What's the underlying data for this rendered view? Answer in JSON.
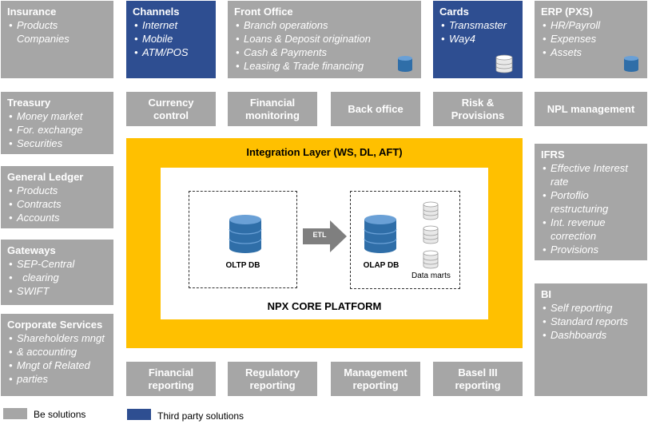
{
  "panels": {
    "insurance": {
      "title": "Insurance",
      "items": [
        "Products",
        "Companies"
      ]
    },
    "channels": {
      "title": "Channels",
      "items": [
        "Internet",
        "Mobile",
        "ATM/POS"
      ]
    },
    "front_office": {
      "title": "Front Office",
      "items": [
        "Branch operations",
        "Loans & Deposit origination",
        "Cash & Payments",
        "Leasing & Trade financing"
      ]
    },
    "cards": {
      "title": "Cards",
      "items": [
        "Transmaster",
        "Way4"
      ]
    },
    "erp": {
      "title": "ERP (PXS)",
      "items": [
        "HR/Payroll",
        "Expenses",
        "Assets"
      ]
    },
    "treasury": {
      "title": "Treasury",
      "items": [
        "Money market",
        "For. exchange",
        "Securities"
      ]
    },
    "general_ledger": {
      "title": "General Ledger",
      "items": [
        "Products",
        "Contracts",
        "Accounts"
      ]
    },
    "gateways": {
      "title": "Gateways",
      "items": [
        "SEP-Central",
        "  clearing",
        "SWIFT"
      ]
    },
    "corporate_services": {
      "title": "Corporate Services",
      "items": [
        "Shareholders mngt",
        "& accounting",
        "Mngt of Related",
        "parties"
      ]
    },
    "ifrs": {
      "title": "IFRS",
      "items": [
        "Effective Interest",
        "rate",
        "Portoflio",
        "restructuring",
        "Int. revenue",
        "correction",
        "Provisions"
      ]
    },
    "bi": {
      "title": "BI",
      "items": [
        "Self reporting",
        "Standard reports",
        "Dashboards"
      ]
    }
  },
  "modules": {
    "currency_control": "Currency\ncontrol",
    "financial_monitoring": "Financial\nmonitoring",
    "back_office": "Back office",
    "risk_provisions": "Risk &\nProvisions",
    "npl_management": "NPL management",
    "financial_reporting": "Financial\nreporting",
    "regulatory_reporting": "Regulatory\nreporting",
    "management_reporting": "Management\nreporting",
    "basel_reporting": "Basel III\nreporting"
  },
  "core": {
    "integration_title": "Integration Layer (WS, DL, AFT)",
    "platform_title": "NPX CORE PLATFORM",
    "oltp_label": "OLTP DB",
    "olap_label": "OLAP DB",
    "etl_label": "ETL",
    "data_marts_label": "Data marts"
  },
  "legend": {
    "be_solutions": "Be solutions",
    "third_party": "Third party solutions"
  },
  "colors": {
    "gray": "#a6a6a6",
    "blue": "#2e4e91",
    "integration": "#ffc000",
    "db_blue": "#2f6ea8"
  }
}
